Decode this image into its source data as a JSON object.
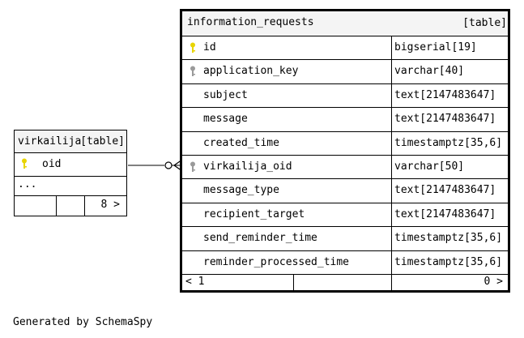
{
  "virkailija": {
    "name": "virkailija",
    "tag": "[table]",
    "columns": [
      {
        "name": "oid",
        "key": "primary"
      }
    ],
    "more": "...",
    "footer": {
      "left": "",
      "mid": "",
      "right": "8 >"
    }
  },
  "information_requests": {
    "name": "information_requests",
    "tag": "[table]",
    "columns": [
      {
        "name": "id",
        "type": "bigserial[19]",
        "key": "primary"
      },
      {
        "name": "application_key",
        "type": "varchar[40]",
        "key": "foreign"
      },
      {
        "name": "subject",
        "type": "text[2147483647]",
        "key": ""
      },
      {
        "name": "message",
        "type": "text[2147483647]",
        "key": ""
      },
      {
        "name": "created_time",
        "type": "timestamptz[35,6]",
        "key": ""
      },
      {
        "name": "virkailija_oid",
        "type": "varchar[50]",
        "key": "foreign"
      },
      {
        "name": "message_type",
        "type": "text[2147483647]",
        "key": ""
      },
      {
        "name": "recipient_target",
        "type": "text[2147483647]",
        "key": ""
      },
      {
        "name": "send_reminder_time",
        "type": "timestamptz[35,6]",
        "key": ""
      },
      {
        "name": "reminder_processed_time",
        "type": "timestamptz[35,6]",
        "key": ""
      }
    ],
    "footer": {
      "left": "< 1",
      "right": "0 >"
    }
  },
  "footer_text": "Generated by SchemaSpy",
  "colors": {
    "header_bg": "#f4f4f4",
    "primary_key": "#e8d400",
    "foreign_key": "#9a9a9a",
    "line": "#000000"
  }
}
